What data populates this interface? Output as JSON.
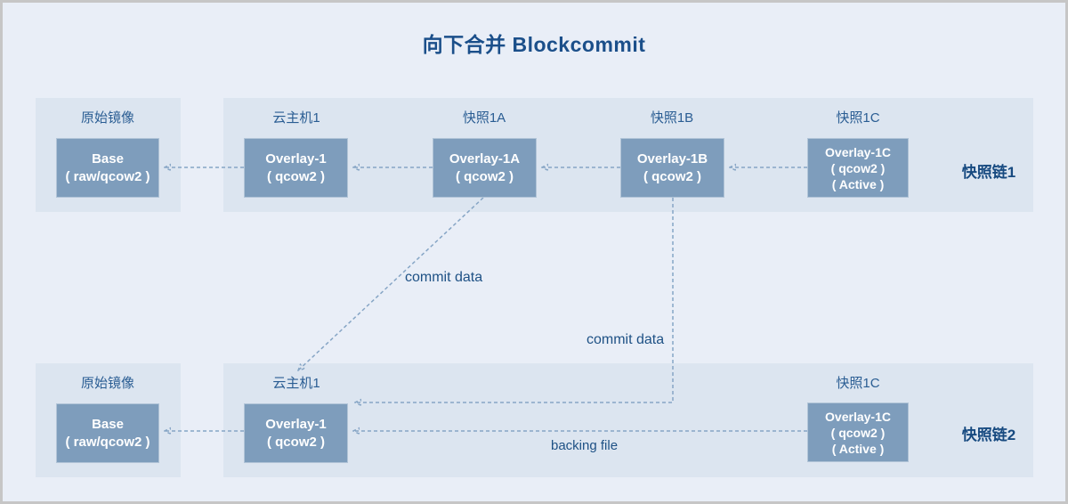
{
  "title": "向下合并 Blockcommit",
  "colors": {
    "background": "#e9eef7",
    "panel": "#dce5f0",
    "node_fill": "#7e9dbc",
    "node_text": "#ffffff",
    "arrow": "#86a5c5",
    "title_text": "#1b4f8a",
    "label_text": "#2a5d93",
    "chain_label_text": "#174a80"
  },
  "chain1": {
    "name": "快照链1",
    "groups": [
      {
        "label": "原始镜像",
        "box": {
          "lines": [
            "Base",
            "( raw/qcow2 )"
          ]
        }
      },
      {
        "label": "云主机1",
        "box": {
          "lines": [
            "Overlay-1",
            "( qcow2 )"
          ]
        }
      },
      {
        "label": "快照1A",
        "box": {
          "lines": [
            "Overlay-1A",
            "( qcow2 )"
          ]
        }
      },
      {
        "label": "快照1B",
        "box": {
          "lines": [
            "Overlay-1B",
            "( qcow2 )"
          ]
        }
      },
      {
        "label": "快照1C",
        "box": {
          "lines": [
            "Overlay-1C",
            "( qcow2 )",
            "( Active )"
          ]
        }
      }
    ]
  },
  "chain2": {
    "name": "快照链2",
    "groups": [
      {
        "label": "原始镜像",
        "box": {
          "lines": [
            "Base",
            "( raw/qcow2 )"
          ]
        }
      },
      {
        "label": "云主机1",
        "box": {
          "lines": [
            "Overlay-1",
            "( qcow2 )"
          ]
        }
      },
      {
        "label": "快照1C",
        "box": {
          "lines": [
            "Overlay-1C",
            "( qcow2 )",
            "( Active )"
          ]
        }
      }
    ]
  },
  "annotations": {
    "commit_data_1": "commit data",
    "commit_data_2": "commit data",
    "backing_file": "backing file"
  }
}
